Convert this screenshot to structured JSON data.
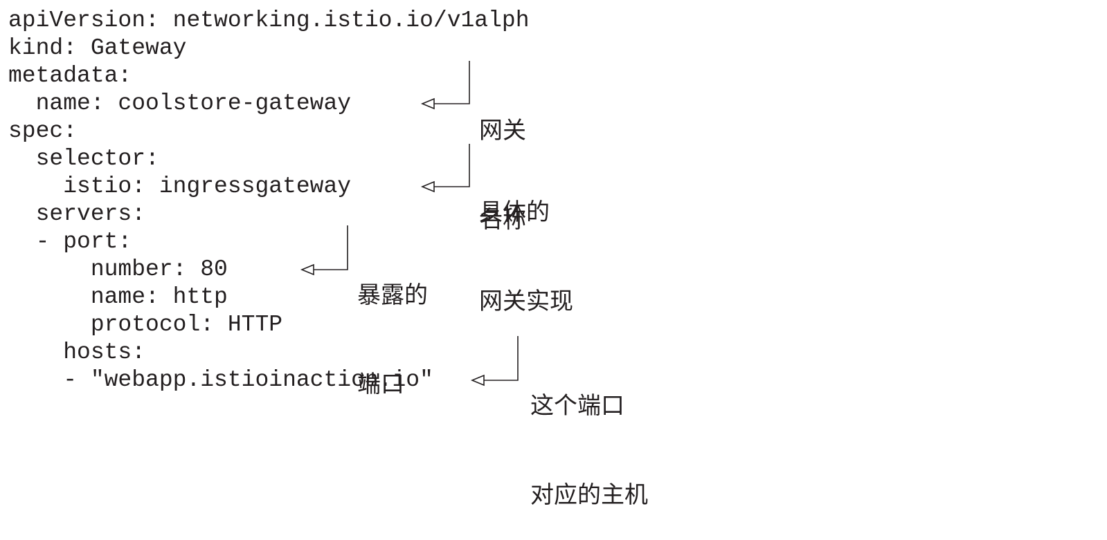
{
  "code": {
    "lines": [
      "apiVersion: networking.istio.io/v1alph",
      "kind: Gateway",
      "metadata:",
      "  name: coolstore-gateway",
      "spec:",
      "  selector:",
      "    istio: ingressgateway",
      "  servers:",
      "  - port:",
      "      number: 80",
      "      name: http",
      "      protocol: HTTP",
      "    hosts:",
      "    - \"webapp.istioinaction.io\""
    ]
  },
  "annotations": [
    {
      "line1": "网关",
      "line2": "名称"
    },
    {
      "line1": "具体的",
      "line2": "网关实现"
    },
    {
      "line1": "暴露的",
      "line2": "端口"
    },
    {
      "line1": "这个端口",
      "line2": "对应的主机"
    }
  ]
}
